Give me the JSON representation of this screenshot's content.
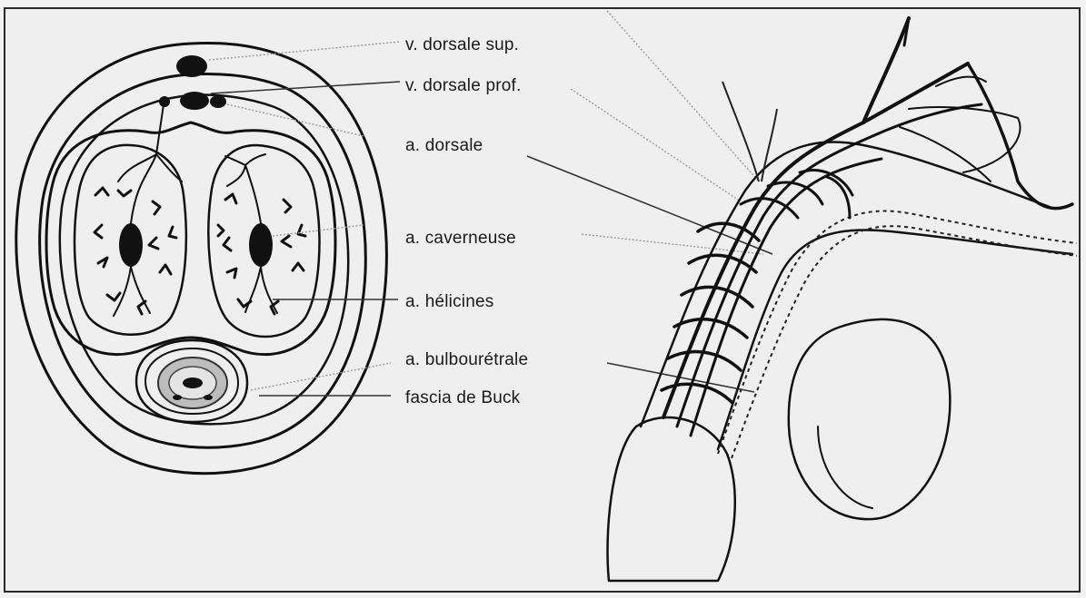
{
  "labels": [
    "v. dorsale sup.",
    "v. dorsale prof.",
    "a. dorsale",
    "a. caverneuse",
    "a. hélicines",
    "a. bulbourétrale",
    "fascia de Buck"
  ],
  "icons": {
    "cross_section": "penis-cross-section-diagram",
    "lateral_view": "penile-vasculature-lateral-view"
  },
  "colors": {
    "background": "#efefef",
    "ink": "#111111"
  }
}
